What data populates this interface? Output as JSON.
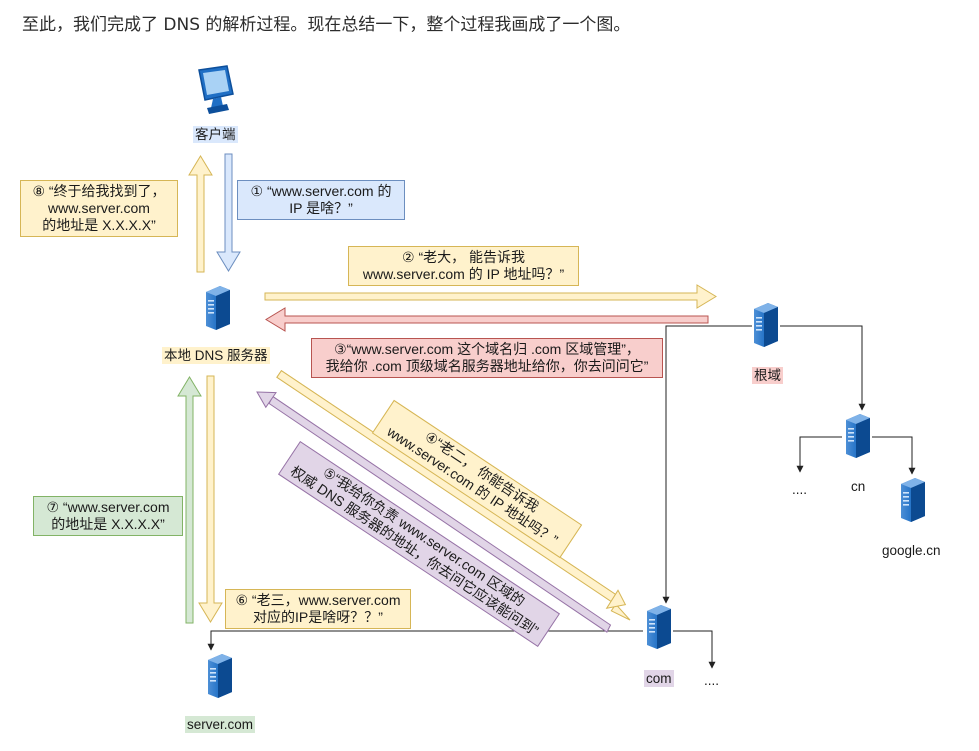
{
  "intro": "至此，我们完成了 DNS 的解析过程。现在总结一下，整个过程我画成了一个图。",
  "nodes": {
    "client": "客户端",
    "local_dns": "本地 DNS 服务器",
    "root": "根域",
    "cn": "cn",
    "cn_more": "....",
    "google_cn": "google.cn",
    "com": "com",
    "com_more": "....",
    "server": "server.com"
  },
  "steps": {
    "s1": [
      "① “www.server.com 的",
      "IP 是啥？”"
    ],
    "s2": [
      "② “老大， 能告诉我",
      "www.server.com 的 IP 地址吗？”"
    ],
    "s3": [
      "③“www.server.com 这个域名归 .com 区域管理”，",
      "我给你 .com 顶级域名服务器地址给你，你去问问它”"
    ],
    "s4": [
      "④“老二， 你能告诉我",
      "www.server.com 的 IP 地址吗？”"
    ],
    "s5": [
      "⑤“我给你负责 www.server.com 区域的",
      "权威 DNS 服务器的地址，你去问它应该能问到”"
    ],
    "s6": [
      "⑥ “老三，www.server.com",
      "对应的IP是啥呀？？”"
    ],
    "s7": [
      "⑦ “www.server.com",
      "的地址是 X.X.X.X”"
    ],
    "s8": [
      "⑧ “终于给我找到了，",
      "www.server.com",
      "的地址是 X.X.X.X”"
    ]
  },
  "colors": {
    "blue_fill": "#dae8fc",
    "blue_stroke": "#6c8ebf",
    "yellow_fill": "#fff2cc",
    "yellow_stroke": "#d6b656",
    "red_fill": "#f8cecc",
    "red_stroke": "#b85450",
    "green_fill": "#d5e8d4",
    "green_stroke": "#82b366",
    "purple_fill": "#e1d5e7",
    "purple_stroke": "#9673a6"
  }
}
